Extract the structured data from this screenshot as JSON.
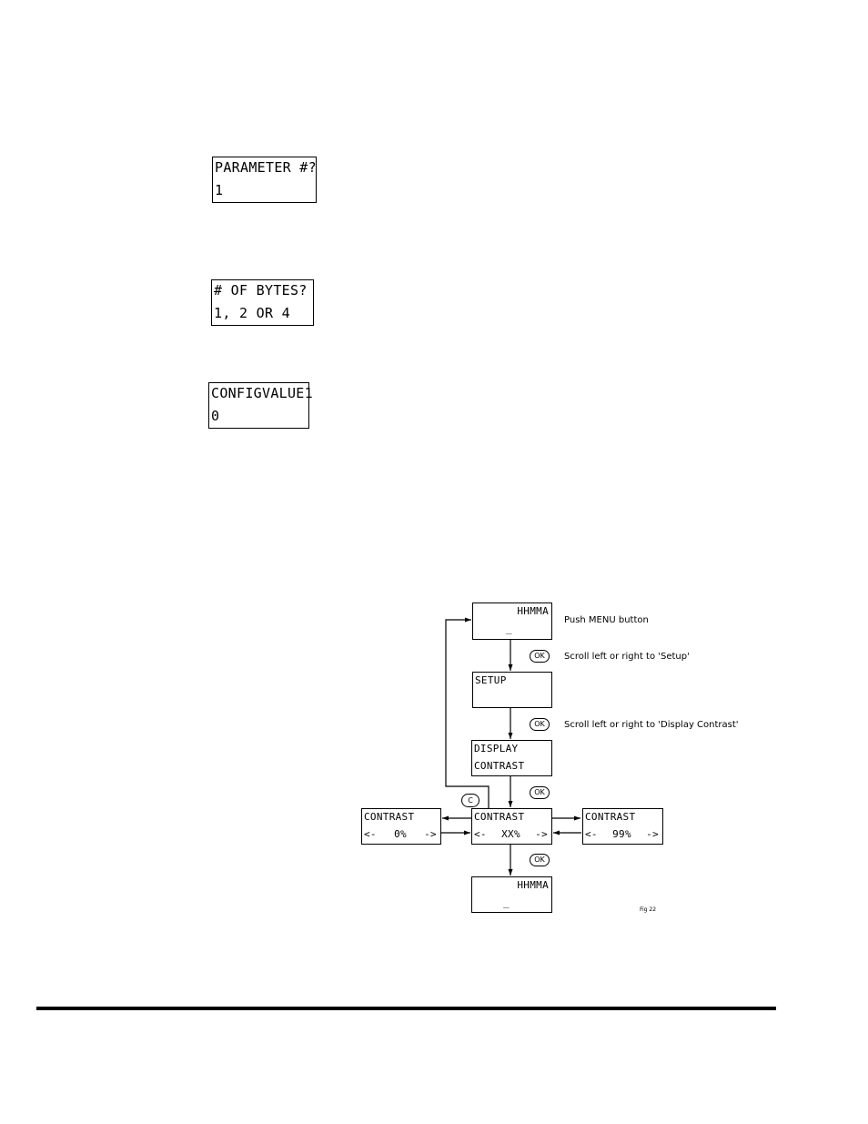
{
  "screens_top": [
    {
      "line1": "PARAMETER #?",
      "line2": "1"
    },
    {
      "line1": "# OF BYTES?",
      "line2": "1, 2 OR 4"
    },
    {
      "line1": "CONFIGVALUE1",
      "line2": "0"
    }
  ],
  "flow": {
    "hhmma_top": {
      "line1": "HHMMA",
      "line2": "_"
    },
    "setup": {
      "line1": "SETUP"
    },
    "display_contrast": {
      "line1": "DISPLAY",
      "line2": "CONTRAST"
    },
    "contrast_mid": {
      "line1": "CONTRAST",
      "left": "<-",
      "value": "XX%",
      "right": "->"
    },
    "contrast_min": {
      "line1": "CONTRAST",
      "left": "<-",
      "value": "0%",
      "right": "->"
    },
    "contrast_max": {
      "line1": "CONTRAST",
      "left": "<-",
      "value": "99%",
      "right": "->"
    },
    "hhmma_bottom": {
      "line1": "HHMMA",
      "line2": "_"
    },
    "notes": {
      "push_menu": "Push MENU button",
      "scroll_setup": "Scroll left or right to 'Setup'",
      "scroll_contrast": "Scroll left or right to 'Display Contrast'"
    },
    "keys": {
      "ok": "OK",
      "cancel": "C"
    },
    "fig_ref": "Fig 22"
  }
}
